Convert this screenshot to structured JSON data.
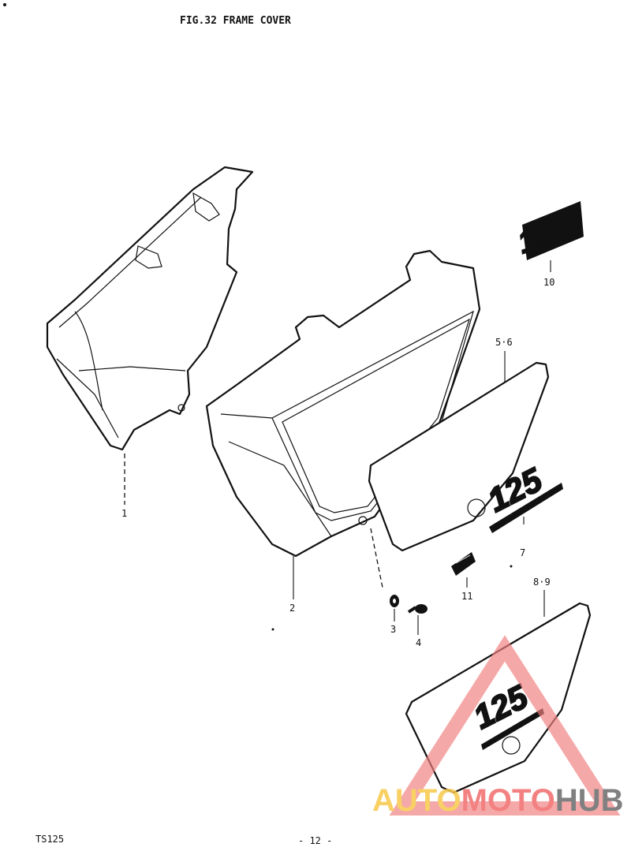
{
  "header": {
    "title": "FIG.32  FRAME COVER"
  },
  "callouts": {
    "c1": "1",
    "c2": "2",
    "c3": "3",
    "c4": "4",
    "c56": "5·6",
    "c7": "7",
    "c89": "8·9",
    "c10": "10",
    "c11": "11"
  },
  "decals": {
    "badge_text": "125"
  },
  "footer": {
    "model": "TS125",
    "page": "- 12 -"
  },
  "watermark": {
    "word_a": "AUTO",
    "word_b": "MOTO",
    "word_c": "HUB",
    "color_a": "#f7c84a",
    "color_b": "#f26c6c",
    "color_c": "#6b6b6b",
    "triangle_color": "#f08080"
  }
}
